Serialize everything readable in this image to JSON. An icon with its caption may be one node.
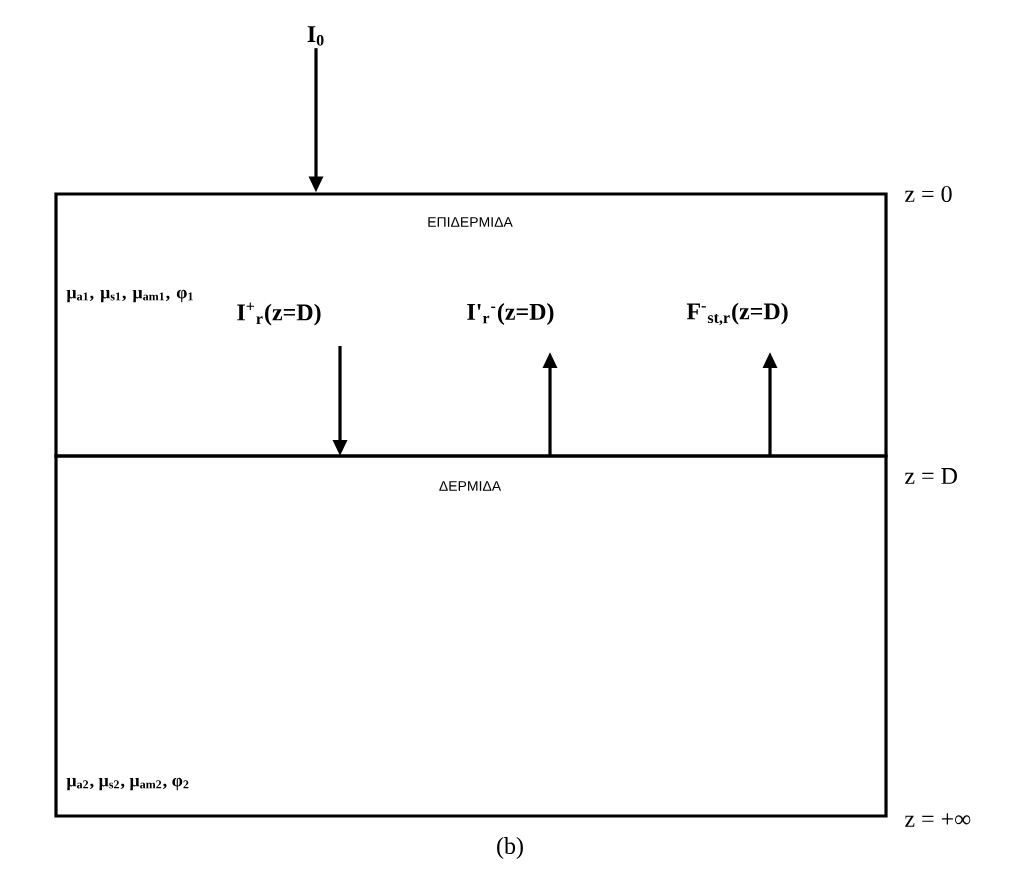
{
  "diagram": {
    "caption": "(b)",
    "nodes": [
      {
        "text": [
          "ΕΠΙΔΕΡΜΙΔΑ",
          "μ$_{a1}$, μ$_{s1}$, μ$_{am1}$, φ$_{1}$"
        ]
      },
      {
        "text": [
          "ΔΕΡΜΙΔΑ",
          "μ$_{a2}$, μ$_{s2}$, μ$_{am2}$, φ$_{2}$"
        ]
      },
      {
        "text": [
          "I$_{0}$"
        ]
      }
    ],
    "edges": [
      {
        "from": 2,
        "to": 0,
        "arrow": "to"
      }
    ],
    "labels": [
      "I$^{+}$$_{r}$(z=D)",
      "I'$_{r}$$^{-}$(z=D)",
      "F$^{-}$$_{st,r}$(z=D)",
      "z = 0",
      "z = D",
      "z = +∞"
    ]
  }
}
